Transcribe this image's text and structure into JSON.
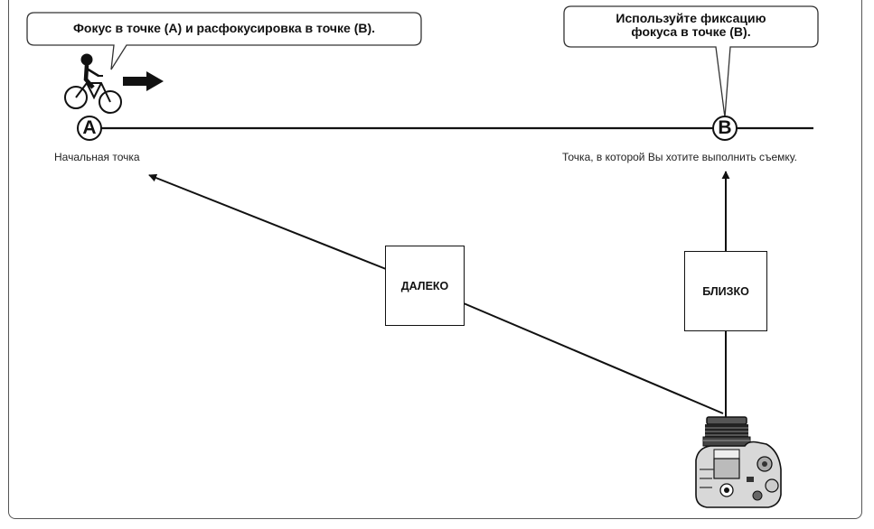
{
  "callout_left": {
    "text": "Фокус в точке (A) и расфокусировка в точке (B)."
  },
  "callout_right": {
    "line1": "Используйте фиксацию",
    "line2": "фокуса в точке (B)."
  },
  "point_a": {
    "symbol": "A",
    "caption": "Начальная точка"
  },
  "point_b": {
    "symbol": "B",
    "caption": "Точка, в которой Вы хотите выполнить съемку."
  },
  "box_far": {
    "label": "ДАЛЕКО"
  },
  "box_near": {
    "label": "БЛИЗКО"
  },
  "icons": {
    "cyclist": "cyclist-icon",
    "direction": "right-arrow-icon",
    "camera": "camera-icon"
  },
  "colors": {
    "line": "#111111",
    "frame": "#555555"
  }
}
